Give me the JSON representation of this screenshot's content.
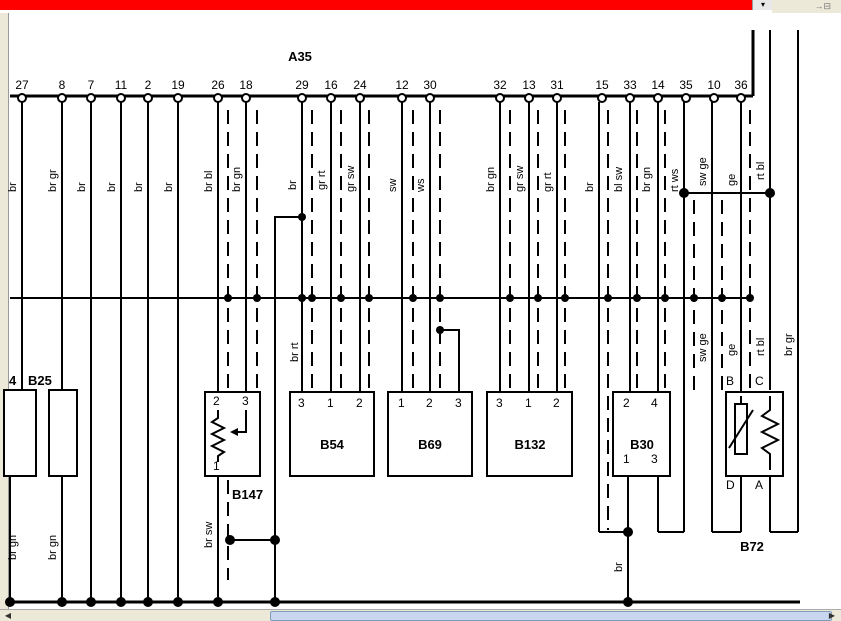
{
  "window": {
    "scroll_up_glyph": "▾",
    "corner_glyph": "→⊟"
  },
  "connector": {
    "name": "A35"
  },
  "pins": [
    "27",
    "8",
    "7",
    "11",
    "2",
    "19",
    "26",
    "18",
    "29",
    "16",
    "24",
    "12",
    "30",
    "32",
    "13",
    "31",
    "15",
    "33",
    "14",
    "35",
    "10",
    "36"
  ],
  "wire_labels_top": [
    "br",
    "br gr",
    "br",
    "br",
    "br",
    "br",
    "br bl",
    "br gn",
    "br",
    "gr rt",
    "gr sw",
    "sw",
    "ws",
    "br gn",
    "gr sw",
    "gr rt",
    "br",
    "bl sw",
    "br gn",
    "rt ws",
    "sw ge",
    "ge",
    "rt bl"
  ],
  "wire_labels_mid": [
    "br rt",
    "sw ge",
    "ge",
    "rt bl",
    "br gr"
  ],
  "wire_labels_bottom": [
    "br gn",
    "br gn",
    "br sw",
    "br"
  ],
  "components": {
    "b25": {
      "name": "B25",
      "partial_label": "4"
    },
    "b147": {
      "name": "B147",
      "pins": [
        "2",
        "3",
        "1"
      ]
    },
    "b54": {
      "name": "B54",
      "pins": [
        "3",
        "1",
        "2"
      ]
    },
    "b69": {
      "name": "B69",
      "pins": [
        "1",
        "2",
        "3"
      ]
    },
    "b132": {
      "name": "B132",
      "pins": [
        "3",
        "1",
        "2"
      ]
    },
    "b30": {
      "name": "B30",
      "pins_top": [
        "2",
        "4"
      ],
      "pins_bottom": [
        "1",
        "3"
      ]
    },
    "b72": {
      "name": "B72",
      "pins": [
        "B",
        "C",
        "D",
        "A"
      ]
    }
  },
  "icons": [
    "scroll-left-icon",
    "scroll-right-icon"
  ],
  "colors": {
    "title_red": "#ff0000",
    "line": "#000000"
  }
}
